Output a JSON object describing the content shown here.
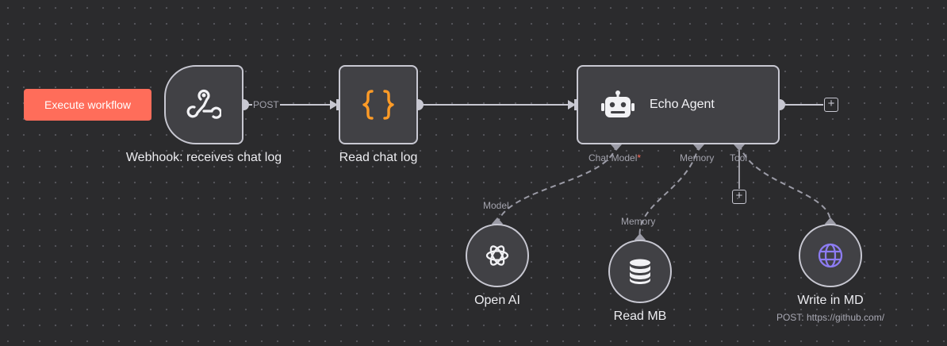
{
  "toolbar": {
    "execute_label": "Execute workflow"
  },
  "colors": {
    "accent": "#ff6d5a",
    "background": "#2b2b2d",
    "node_bg": "#414145",
    "node_border": "#c8c8d2",
    "code_orange": "#ff9b26",
    "globe_purple": "#8d7cf2"
  },
  "nodes": {
    "webhook": {
      "label": "Webhook: receives chat log",
      "icon": "webhook-icon",
      "output_label": "POST"
    },
    "code": {
      "label": "Read chat log",
      "icon": "code-braces-icon"
    },
    "agent": {
      "label": "Echo Agent",
      "icon": "robot-icon",
      "ports": {
        "chat_model": "Chat Model",
        "required_mark": "*",
        "memory": "Memory",
        "tool": "Tool"
      }
    },
    "openai": {
      "label": "Open AI",
      "icon": "openai-icon",
      "port_label": "Model"
    },
    "memory": {
      "label": "Read MB",
      "icon": "database-icon",
      "port_label": "Memory"
    },
    "tool": {
      "label": "Write in MD",
      "icon": "globe-icon",
      "subtitle": "POST: https://github.com/"
    }
  }
}
